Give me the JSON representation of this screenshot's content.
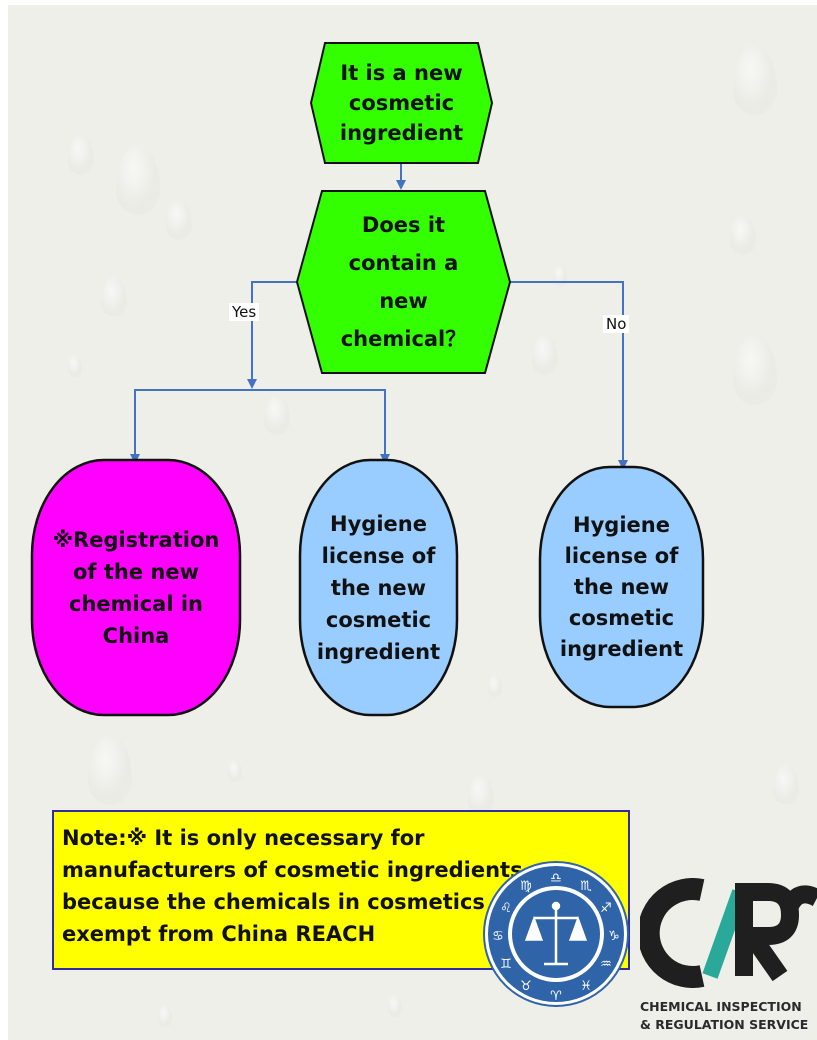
{
  "colors": {
    "slide_background": "#efefea",
    "hexagon_fill": "#33ff00",
    "pink_fill": "#ff00ff",
    "blue_fill": "#99ccff",
    "connector": "#4472c4",
    "note_fill": "#ffff00",
    "note_border": "#2e2e9e",
    "logo_dark": "#1f1f1f",
    "logo_green": "#2aa89a",
    "seal_blue": "#2f64a8"
  },
  "flowchart": {
    "start": {
      "text": "It is a new cosmetic ingredient",
      "lines": [
        "It is a new",
        "cosmetic",
        "ingredient"
      ]
    },
    "decision": {
      "text": "Does it contain a new chemical？",
      "lines": [
        "Does it",
        "contain a",
        "new",
        "chemical？"
      ]
    },
    "edge_yes": "Yes",
    "edge_no": "No",
    "outcome_registration": {
      "text": "※Registration of the new chemical in China",
      "lines": [
        "※Registration",
        "of the new",
        "chemical in",
        "China"
      ]
    },
    "outcome_hygiene_yes": {
      "text": "Hygiene license of the new cosmetic ingredient",
      "lines": [
        "Hygiene",
        "license of",
        "the new",
        "cosmetic",
        "ingredient"
      ]
    },
    "outcome_hygiene_no": {
      "text": "Hygiene license of the new cosmetic ingredient",
      "lines": [
        "Hygiene",
        "license of",
        "the new",
        "cosmetic",
        "ingredient"
      ]
    }
  },
  "note": {
    "lines": [
      "Note:※ It is only necessary  for",
      "manufacturers of cosmetic ingredients,",
      "because the chemicals in cosmetics are",
      "exempt from China REACH"
    ]
  },
  "logo": {
    "wordmark": "CIRS",
    "subtitle_lines": [
      "CHEMICAL INSPECTION",
      "& REGULATION SERVICE"
    ]
  }
}
